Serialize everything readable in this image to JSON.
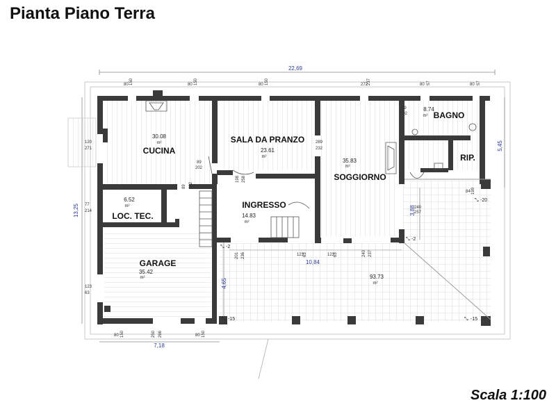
{
  "header": {
    "title": "Pianta Piano Terra"
  },
  "footer": {
    "scale": "Scala 1:100"
  },
  "rooms": {
    "cucina": {
      "name": "CUCINA",
      "area": "30.08",
      "unit": "m²"
    },
    "sala": {
      "name": "SALA DA PRANZO",
      "area": "23.61",
      "unit": "m²"
    },
    "soggiorno": {
      "name": "SOGGIORNO",
      "area": "35.83",
      "unit": "m²"
    },
    "bagno": {
      "name": "BAGNO",
      "area": "8.74",
      "unit": "m²"
    },
    "rip": {
      "name": "RIP."
    },
    "ingresso": {
      "name": "INGRESSO",
      "area": "14.83",
      "unit": "m²"
    },
    "loctec": {
      "name": "LOC. TEC.",
      "area": "6.52",
      "unit": "m²"
    },
    "garage": {
      "name": "GARAGE",
      "area": "35.42",
      "unit": "m²"
    },
    "portico": {
      "area": "93.73",
      "unit": "m²"
    }
  },
  "dimensions": {
    "total_width": "22,69",
    "left_height": "13,25",
    "right_height": "5,45",
    "portico_width": "10,84",
    "garage_width": "7,18",
    "garage_depth": "4,65",
    "soggiorno_side": "3,88"
  },
  "levels": {
    "ingresso": "-2",
    "soggiorno": "-2",
    "portico_right": "-20",
    "portico_bottom_left": "-15",
    "portico_bottom_right": "-15"
  },
  "openings": {
    "top_1a": "80",
    "top_1b": "150",
    "top_2a": "80",
    "top_2b": "150",
    "top_3a": "80",
    "top_3b": "150",
    "top_4a": "272",
    "top_4b": "237",
    "top_5a": "80",
    "top_5b": "57",
    "top_6a": "80",
    "top_6b": "57",
    "cucina_left_a": "120",
    "cucina_left_b": "271",
    "cucina_door_a": "89",
    "cucina_door_b": "202",
    "cucina_door2_a": "89",
    "cucina_door2_b": "202",
    "sala_right_a": "289",
    "sala_right_b": "232",
    "ingresso_a": "198",
    "ingresso_b": "258",
    "bagno_door_a": "89",
    "bagno_door_b": "202",
    "loctec_a": "77",
    "loctec_b": "214",
    "garage_left_a": "123",
    "garage_left_b": "63",
    "ing_bottom_a": "201",
    "ing_bottom_b": "236",
    "sog_bottom1_a": "123",
    "sog_bottom1_b": "63",
    "sog_bottom2_a": "123",
    "sog_bottom2_b": "63",
    "sog_bottom3_a": "240",
    "sog_bottom3_b": "237",
    "sog_right_a": "240",
    "sog_right_b": "257",
    "terrace_a": "84",
    "terrace_b": "199",
    "garage_bottom1_a": "80",
    "garage_bottom1_b": "150",
    "garage_bottom2_a": "250",
    "garage_bottom2_b": "266",
    "garage_bottom3_a": "80",
    "garage_bottom3_b": "150"
  }
}
